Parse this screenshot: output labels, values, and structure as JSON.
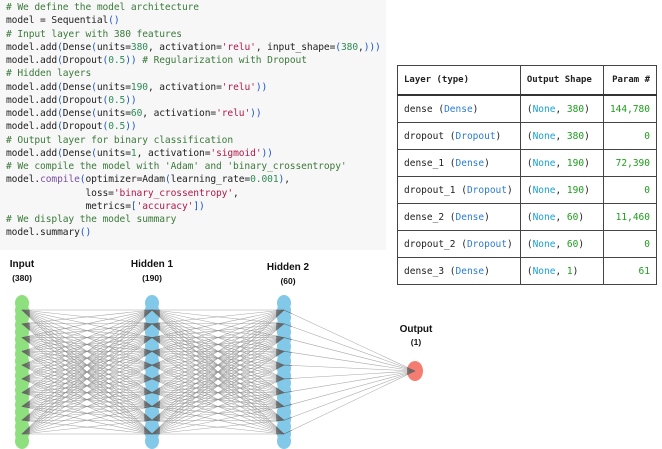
{
  "code": {
    "lines": [
      {
        "type": "comment",
        "text": "# We define the model architecture"
      },
      {
        "type": "code",
        "parts": [
          [
            "t",
            "model = Sequential"
          ],
          [
            "p",
            "()"
          ]
        ]
      },
      {
        "type": "comment",
        "text": "# Input layer with 380 features"
      },
      {
        "type": "code",
        "parts": [
          [
            "t",
            "model.add"
          ],
          [
            "p",
            "("
          ],
          [
            "t",
            "Dense"
          ],
          [
            "p",
            "("
          ],
          [
            "t",
            "units="
          ],
          [
            "n",
            "380"
          ],
          [
            "t",
            ", activation="
          ],
          [
            "s",
            "'relu'"
          ],
          [
            "t",
            ", input_shape="
          ],
          [
            "p",
            "("
          ],
          [
            "n",
            "380"
          ],
          [
            "t",
            ","
          ],
          [
            "p",
            ")))"
          ]
        ]
      },
      {
        "type": "code",
        "parts": [
          [
            "t",
            "model.add"
          ],
          [
            "p",
            "("
          ],
          [
            "t",
            "Dropout"
          ],
          [
            "p",
            "("
          ],
          [
            "n",
            "0.5"
          ],
          [
            "p",
            "))"
          ],
          [
            "c",
            " # Regularization with Dropout"
          ]
        ]
      },
      {
        "type": "comment",
        "text": "# Hidden layers"
      },
      {
        "type": "code",
        "parts": [
          [
            "t",
            "model.add"
          ],
          [
            "p",
            "("
          ],
          [
            "t",
            "Dense"
          ],
          [
            "p",
            "("
          ],
          [
            "t",
            "units="
          ],
          [
            "n",
            "190"
          ],
          [
            "t",
            ", activation="
          ],
          [
            "s",
            "'relu'"
          ],
          [
            "p",
            "))"
          ]
        ]
      },
      {
        "type": "code",
        "parts": [
          [
            "t",
            "model.add"
          ],
          [
            "p",
            "("
          ],
          [
            "t",
            "Dropout"
          ],
          [
            "p",
            "("
          ],
          [
            "n",
            "0.5"
          ],
          [
            "p",
            "))"
          ]
        ]
      },
      {
        "type": "code",
        "parts": [
          [
            "t",
            "model.add"
          ],
          [
            "p",
            "("
          ],
          [
            "t",
            "Dense"
          ],
          [
            "p",
            "("
          ],
          [
            "t",
            "units="
          ],
          [
            "n",
            "60"
          ],
          [
            "t",
            ", activation="
          ],
          [
            "s",
            "'relu'"
          ],
          [
            "p",
            "))"
          ]
        ]
      },
      {
        "type": "code",
        "parts": [
          [
            "t",
            "model.add"
          ],
          [
            "p",
            "("
          ],
          [
            "t",
            "Dropout"
          ],
          [
            "p",
            "("
          ],
          [
            "n",
            "0.5"
          ],
          [
            "p",
            "))"
          ]
        ]
      },
      {
        "type": "comment",
        "text": "# Output layer for binary classification"
      },
      {
        "type": "code",
        "parts": [
          [
            "t",
            "model.add"
          ],
          [
            "p",
            "("
          ],
          [
            "t",
            "Dense"
          ],
          [
            "p",
            "("
          ],
          [
            "t",
            "units="
          ],
          [
            "n",
            "1"
          ],
          [
            "t",
            ", activation="
          ],
          [
            "s",
            "'sigmoid'"
          ],
          [
            "p",
            "))"
          ]
        ]
      },
      {
        "type": "comment",
        "text": "# We compile the model with 'Adam' and 'binary_crossentropy'"
      },
      {
        "type": "code",
        "parts": [
          [
            "t",
            "model."
          ],
          [
            "f",
            "compile"
          ],
          [
            "p",
            "("
          ],
          [
            "t",
            "optimizer=Adam"
          ],
          [
            "p",
            "("
          ],
          [
            "t",
            "learning_rate="
          ],
          [
            "n",
            "0.001"
          ],
          [
            "p",
            ")"
          ],
          [
            "t",
            ","
          ]
        ]
      },
      {
        "type": "code",
        "parts": [
          [
            "t",
            "              loss="
          ],
          [
            "s",
            "'binary_crossentropy'"
          ],
          [
            "t",
            ","
          ]
        ]
      },
      {
        "type": "code",
        "parts": [
          [
            "t",
            "              metrics="
          ],
          [
            "p",
            "["
          ],
          [
            "s",
            "'accuracy'"
          ],
          [
            "p",
            "])"
          ]
        ]
      },
      {
        "type": "comment",
        "text": "# We display the model summary"
      },
      {
        "type": "code",
        "parts": [
          [
            "t",
            "model.summary"
          ],
          [
            "p",
            "()"
          ]
        ]
      }
    ]
  },
  "summary_table": {
    "headers": [
      "Layer (type)",
      "Output Shape",
      "Param #"
    ],
    "rows": [
      {
        "name": "dense",
        "type": "Dense",
        "none": "None",
        "shape": "380",
        "params": "144,780"
      },
      {
        "name": "dropout",
        "type": "Dropout",
        "none": "None",
        "shape": "380",
        "params": "0"
      },
      {
        "name": "dense_1",
        "type": "Dense",
        "none": "None",
        "shape": "190",
        "params": "72,390"
      },
      {
        "name": "dropout_1",
        "type": "Dropout",
        "none": "None",
        "shape": "190",
        "params": "0"
      },
      {
        "name": "dense_2",
        "type": "Dense",
        "none": "None",
        "shape": "60",
        "params": "11,460"
      },
      {
        "name": "dropout_2",
        "type": "Dropout",
        "none": "None",
        "shape": "60",
        "params": "0"
      },
      {
        "name": "dense_3",
        "type": "Dense",
        "none": "None",
        "shape": "1",
        "params": "61"
      }
    ]
  },
  "network": {
    "layers": [
      {
        "title": "Input",
        "count": "(380)",
        "color": "#8ee07e",
        "visible_nodes": 10
      },
      {
        "title": "Hidden 1",
        "count": "(190)",
        "color": "#82c8e8",
        "visible_nodes": 10
      },
      {
        "title": "Hidden 2",
        "count": "(60)",
        "color": "#82c8e8",
        "visible_nodes": 10
      },
      {
        "title": "Output",
        "count": "(1)",
        "color": "#f47c70",
        "visible_nodes": 1
      }
    ],
    "edge_color": "#8a8a8a"
  }
}
